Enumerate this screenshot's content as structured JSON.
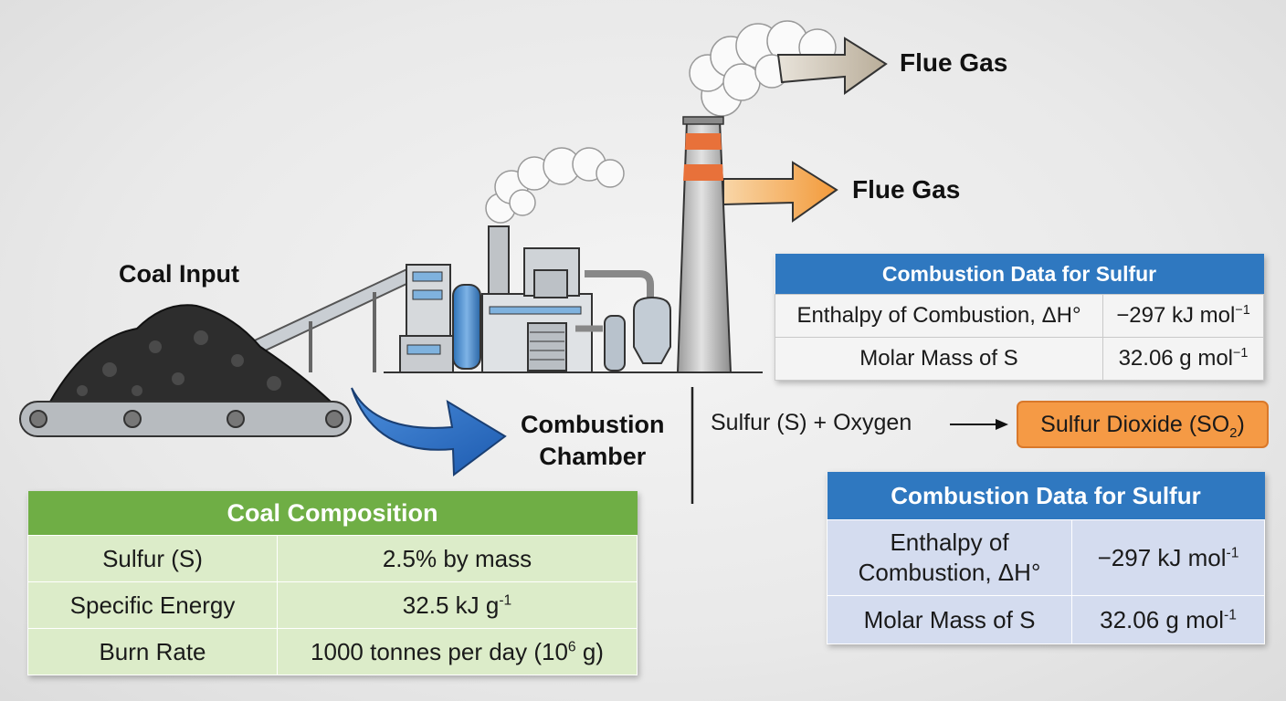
{
  "labels": {
    "coal_input": "Coal Input",
    "combustion_chamber_line1": "Combustion",
    "combustion_chamber_line2": "Chamber",
    "flue_gas_top": "Flue Gas",
    "flue_gas_mid": "Flue Gas"
  },
  "reaction": {
    "reactants": "Sulfur (S) + Oxygen",
    "product_main": "Sulfur Dioxide (SO",
    "product_sub": "2",
    "product_close": ")"
  },
  "coal_table": {
    "title": "Coal Composition",
    "rows": [
      {
        "label": "Sulfur (S)",
        "value": "2.5% by mass",
        "sup": "",
        "tail": ""
      },
      {
        "label": "Specific Energy",
        "value": "32.5 kJ g",
        "sup": "-1",
        "tail": ""
      },
      {
        "label": "Burn Rate",
        "value": "1000 tonnes per day (10",
        "sup": "6",
        "tail": " g)"
      }
    ]
  },
  "combustion_table_top": {
    "title": "Combustion Data for Sulfur",
    "rows": [
      {
        "label": "Enthalpy of Combustion, ΔH°",
        "value": "−297 kJ mol",
        "sup": "−1"
      },
      {
        "label": "Molar Mass of S",
        "value": "32.06 g mol",
        "sup": "−1"
      }
    ]
  },
  "combustion_table_bottom": {
    "title": "Combustion Data for Sulfur",
    "rows": [
      {
        "label_line1": "Enthalpy of",
        "label_line2": "Combustion, ΔH°",
        "value": "−297 kJ mol",
        "sup": "-1"
      },
      {
        "label": "Molar Mass of S",
        "value": "32.06 g mol",
        "sup": "-1"
      }
    ]
  },
  "colors": {
    "coal_header": "#6fae45",
    "coal_cells": "#dcecc9",
    "combustion_header": "#2f78c0",
    "so2_box": "#f59a45",
    "flow_arrow": "#2a6bc4",
    "flue_arrow_top": "#c7bca9",
    "flue_arrow_mid": "#f5a040"
  }
}
